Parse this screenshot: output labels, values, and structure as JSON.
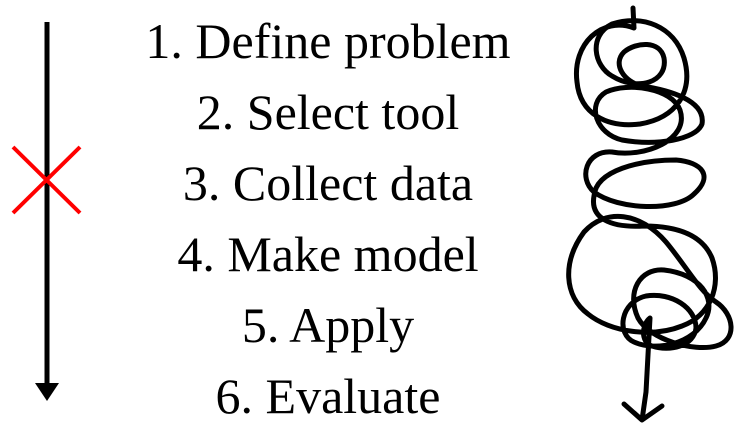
{
  "steps": [
    "1. Define problem",
    "2. Select tool",
    "3. Collect data",
    "4. Make model",
    "5. Apply",
    "6. Evaluate"
  ],
  "colors": {
    "ink": "#000000",
    "cross": "#ff0000",
    "background": "#ffffff"
  },
  "icons": {
    "left": "down-arrow-icon",
    "cross": "x-mark-icon",
    "right": "tangled-arrow-icon"
  }
}
